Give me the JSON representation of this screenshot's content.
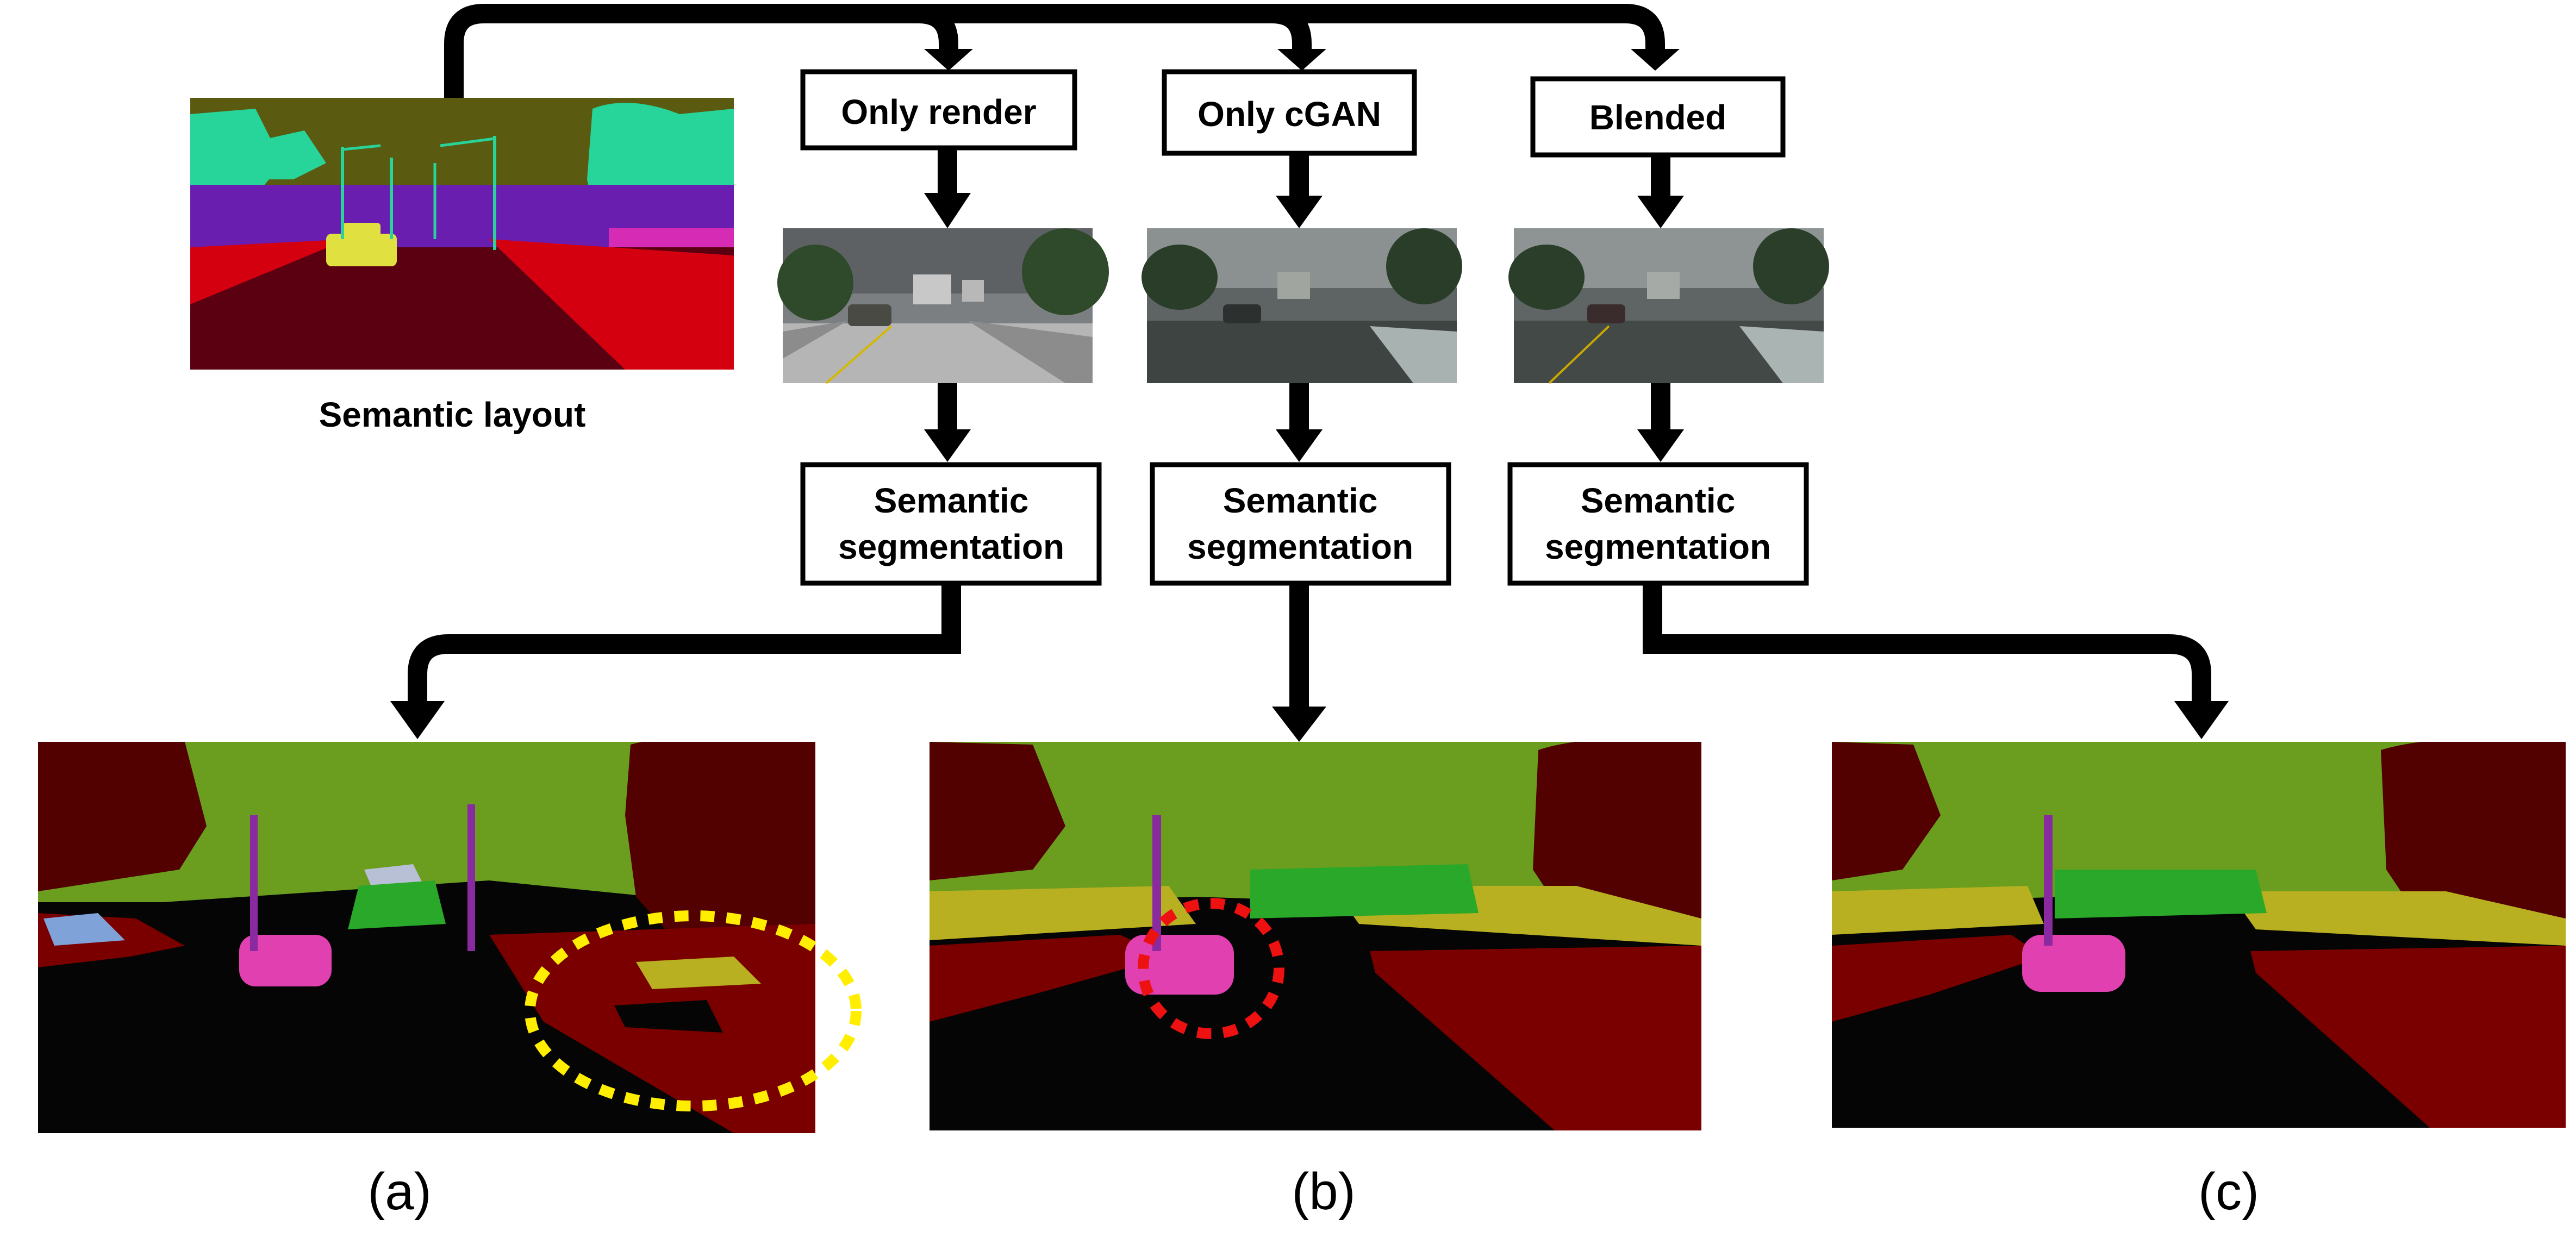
{
  "diagram": {
    "source_caption": "Semantic layout",
    "pipelines": [
      {
        "method": "Only render",
        "step": "Semantic",
        "step2": "segmentation",
        "panel_label": "(a)",
        "highlight_color": "#ffee00"
      },
      {
        "method": "Only cGAN",
        "step": "Semantic",
        "step2": "segmentation",
        "panel_label": "(b)",
        "highlight_color": "#ee1111"
      },
      {
        "method": "Blended",
        "step": "Semantic",
        "step2": "segmentation",
        "panel_label": "(c)",
        "highlight_color": ""
      }
    ]
  },
  "colors": {
    "road": "#050505",
    "sidewalk": "#7a0000",
    "vegetation": "#6b9e1f",
    "building": "#520000",
    "car": "#e040b0",
    "terrain": "#b8b020",
    "pole": "#8a2aa0",
    "tree_green": "#2aa829",
    "layout_sky": "#5a5a10",
    "layout_tree": "#27d49a",
    "layout_building": "#6a1eb0",
    "layout_road": "#5a0010",
    "layout_sidewalk": "#d40010",
    "layout_car": "#e0e040",
    "layout_wall": "#d62bb5"
  }
}
